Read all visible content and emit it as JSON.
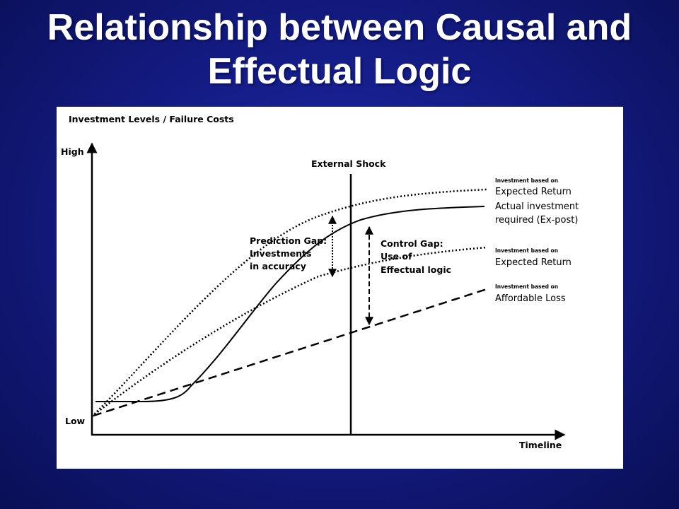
{
  "slide": {
    "title_line1": "Relationship between Causal and",
    "title_line2": "Effectual Logic"
  },
  "diagram": {
    "y_axis_title": "Investment Levels / Failure Costs",
    "y_high_label": "High",
    "y_low_label": "Low",
    "x_axis_label": "Timeline",
    "shock_label": "External Shock",
    "prediction_gap": [
      "Prediction Gap:",
      "Investments",
      "in accuracy"
    ],
    "control_gap": [
      "Control Gap:",
      "Use of",
      "Effectual logic"
    ],
    "curve_labels": {
      "upper_expected": {
        "small": "Investment based on",
        "main": "Expected Return"
      },
      "actual": [
        "Actual investment",
        "required (Ex-post)"
      ],
      "lower_expected": {
        "small": "Investment based on",
        "main": "Expected Return"
      },
      "affordable": {
        "small": "Investment based on",
        "main": "Affordable Loss"
      }
    },
    "colors": {
      "background": "#141c86",
      "panel": "#ffffff",
      "ink": "#000000"
    }
  }
}
